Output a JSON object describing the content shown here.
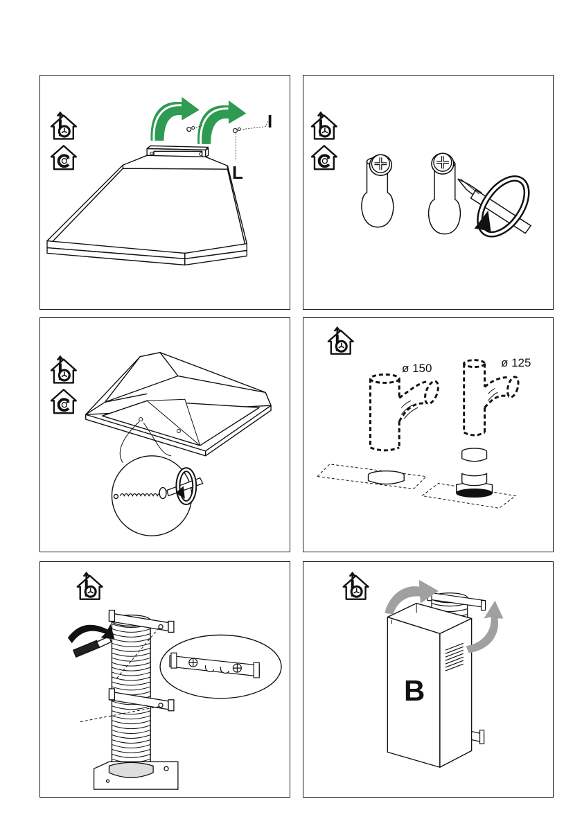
{
  "panels": {
    "p1": {
      "label_i": "I",
      "label_l": "L"
    },
    "p4": {
      "diameter_large": "ø 150",
      "diameter_small": "ø 125"
    },
    "p6": {
      "label_b": "B"
    }
  },
  "icons": {
    "ducted_mode": "ducted-extraction-mode-icon",
    "recirculation_mode": "recirculation-mode-icon"
  },
  "colors": {
    "accent_green": "#2e9a52",
    "arrow_grey": "#a0a0a0",
    "line": "#1a1a1a"
  }
}
